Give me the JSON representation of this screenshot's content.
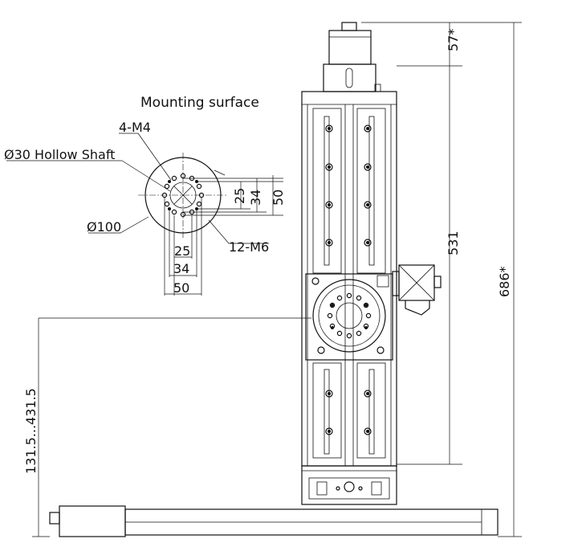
{
  "title": "Mounting surface",
  "callouts": {
    "m4": "4-M4",
    "hollow_shaft": "Ø30 Hollow Shaft",
    "dia100": "Ø100",
    "m6": "12-M6"
  },
  "flange_dims": {
    "d25": "25",
    "d34": "34",
    "d50": "50"
  },
  "overall_dims": {
    "top": "57*",
    "travel": "531",
    "total": "686*",
    "range": "131.5...431.5"
  }
}
